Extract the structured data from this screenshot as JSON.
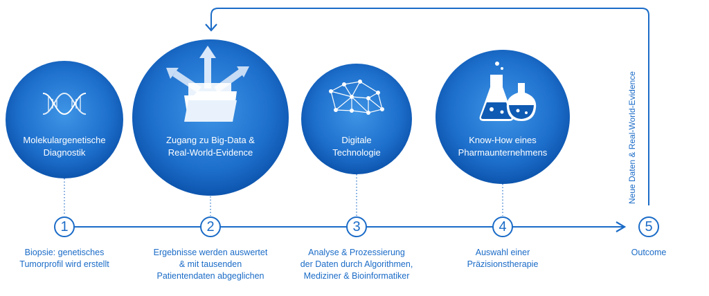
{
  "circles": [
    {
      "label": [
        "Molekulargenetische",
        "Diagnostik"
      ],
      "icon": "dna-helix-icon"
    },
    {
      "label": [
        "Zugang zu Big-Data &",
        "Real-World-Evidence"
      ],
      "icon": "folder-arrows-icon"
    },
    {
      "label": [
        "Digitale",
        "Technologie"
      ],
      "icon": "network-graph-icon"
    },
    {
      "label": [
        "Know-How eines",
        "Pharmaunternehmens"
      ],
      "icon": "lab-flask-icon"
    }
  ],
  "steps": [
    {
      "number": "1",
      "caption": [
        "Biopsie: genetisches",
        "Tumorprofil wird erstellt"
      ]
    },
    {
      "number": "2",
      "caption": [
        "Ergebnisse werden auswertet",
        "& mit tausenden",
        "Patientendaten abgeglichen"
      ]
    },
    {
      "number": "3",
      "caption": [
        "Analyse & Prozessierung",
        "der Daten durch Algorithmen,",
        "Mediziner & Bioinformatiker"
      ]
    },
    {
      "number": "4",
      "caption": [
        "Auswahl einer",
        "Präzisionstherapie"
      ]
    },
    {
      "number": "5",
      "caption": [
        "Outcome"
      ]
    }
  ],
  "feedback_label": "Neue Daten & Real-World-Evidence",
  "colors": {
    "primary": "#1a6bc7",
    "circle_light": "#3b8fe0",
    "circle_dark": "#0b4fa8"
  }
}
